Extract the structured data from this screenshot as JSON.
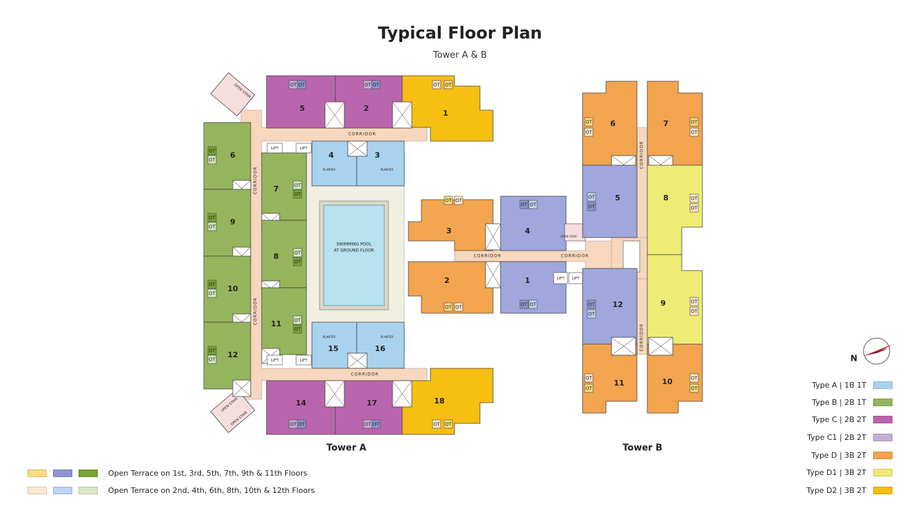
{
  "title": "Typical Floor Plan",
  "subtitle": "Tower A & B",
  "towers": {
    "a_label": "Tower A",
    "b_label": "Tower B"
  },
  "labels": {
    "corridor": "CORRIDOR",
    "lift": "LIFT",
    "open_stair": "OPEN STAIR",
    "planter": "PLANTER",
    "ot": "OT",
    "pool_line1": "SWIMMING POOL",
    "pool_line2": "AT GROUND FLOOR",
    "north": "N"
  },
  "colors": {
    "type_a": "#a9d2ee",
    "type_b": "#95b55c",
    "type_c": "#b965ad",
    "type_c1": "#c3aed7",
    "type_d": "#f3a44f",
    "type_d1": "#eeec74",
    "type_d2": "#f7bf11",
    "periwinkle": "#9fa7dd",
    "corridor": "#f7d7bd",
    "pool_deck": "#f1eee2",
    "pool_water": "#b7e2ef",
    "outline": "#444444"
  },
  "tower_a_units": [
    {
      "number": "1",
      "type": "D2"
    },
    {
      "number": "2",
      "type": "C"
    },
    {
      "number": "3",
      "type": "A"
    },
    {
      "number": "4",
      "type": "A"
    },
    {
      "number": "5",
      "type": "C"
    },
    {
      "number": "6",
      "type": "B"
    },
    {
      "number": "7",
      "type": "B"
    },
    {
      "number": "8",
      "type": "B"
    },
    {
      "number": "9",
      "type": "B"
    },
    {
      "number": "10",
      "type": "B"
    },
    {
      "number": "11",
      "type": "B"
    },
    {
      "number": "12",
      "type": "B"
    },
    {
      "number": "14",
      "type": "C"
    },
    {
      "number": "15",
      "type": "A"
    },
    {
      "number": "16",
      "type": "A"
    },
    {
      "number": "17",
      "type": "C"
    },
    {
      "number": "18",
      "type": "D2"
    }
  ],
  "tower_b_units": [
    {
      "number": "1",
      "type": "periwinkle"
    },
    {
      "number": "2",
      "type": "D"
    },
    {
      "number": "3",
      "type": "D"
    },
    {
      "number": "4",
      "type": "periwinkle"
    },
    {
      "number": "5",
      "type": "periwinkle"
    },
    {
      "number": "6",
      "type": "D"
    },
    {
      "number": "7",
      "type": "D"
    },
    {
      "number": "8",
      "type": "D1"
    },
    {
      "number": "9",
      "type": "D1"
    },
    {
      "number": "10",
      "type": "D"
    },
    {
      "number": "11",
      "type": "D"
    },
    {
      "number": "12",
      "type": "periwinkle"
    }
  ],
  "terrace_legend": [
    {
      "text": "Open Terrace on 1st, 3rd, 5th, 7th, 9th & 11th Floors",
      "swatches": [
        "#f9dd7f",
        "#8f95cf",
        "#78a532"
      ]
    },
    {
      "text": "Open Terrace on 2nd, 4th, 6th, 8th, 10th & 12th Floors",
      "swatches": [
        "#fbe9cf",
        "#bcd5ef",
        "#d7e8c6"
      ]
    }
  ],
  "type_legend": [
    {
      "label": "Type A | 1B 1T",
      "color": "#a9d2ee"
    },
    {
      "label": "Type B | 2B 1T",
      "color": "#95b55c"
    },
    {
      "label": "Type C | 2B 2T",
      "color": "#b965ad"
    },
    {
      "label": "Type C1 | 2B 2T",
      "color": "#c3aed7"
    },
    {
      "label": "Type D | 3B 2T",
      "color": "#f3a44f"
    },
    {
      "label": "Type D1 | 3B 2T",
      "color": "#eeec74"
    },
    {
      "label": "Type D2 | 3B 2T",
      "color": "#f7bf11"
    }
  ]
}
